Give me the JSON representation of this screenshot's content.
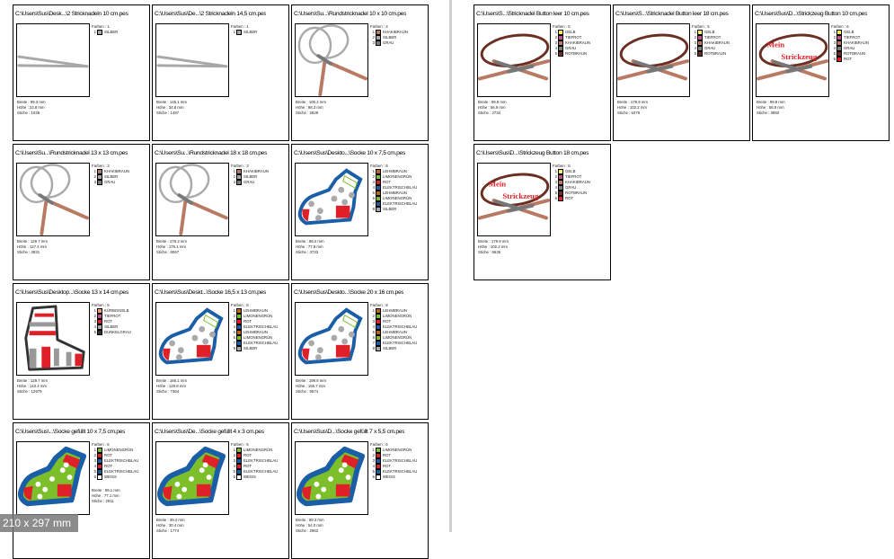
{
  "colors": {
    "SILBER": "#a8a8a8",
    "KHAKIBRAUN": "#b97a64",
    "GRAU": "#7d7d7d",
    "LEHMBRAUN": "#c0621a",
    "LIMONENGRÜN": "#7cbf2a",
    "ROT": "#e02028",
    "ELEKTRISCHBLAU": "#1a5ea8",
    "KÜRBISGELB": "#f0a070",
    "TIEFROT": "#c8508a",
    "DUNKELGRAU": "#333333",
    "WEISS": "#ffffff",
    "GELB": "#f4f060",
    "ROTBRAUN": "#6b2e22"
  },
  "labels": {
    "colors": "Farben",
    "width": "Breite",
    "height": "Höhe",
    "stitches": "Stiche"
  },
  "left_page": [
    {
      "title": "C:\\Users\\Sus\\Desk...\\2 Stricknadeln 10 cm.pes",
      "thumbnail": "needles",
      "threads": [
        "SILBER"
      ],
      "width": "99.3 mm",
      "height": "23.8 mm",
      "stitches": "1035"
    },
    {
      "title": "C:\\Users\\Sus\\De...\\2 Stricknadeln 14,5 cm.pes",
      "thumbnail": "needles",
      "threads": [
        "SILBER"
      ],
      "width": "145.1 mm",
      "height": "34.8 mm",
      "stitches": "1487"
    },
    {
      "title": "C:\\Users\\Su...\\Rundstricknadel 10 x 10 cm.pes",
      "thumbnail": "circular",
      "threads": [
        "KHAKIBRAUN",
        "SILBER",
        "GRAU"
      ],
      "width": "100.2 mm",
      "height": "98.3 mm",
      "stitches": "2829"
    },
    {
      "title": "C:\\Users\\Su...\\Rundstricknadel 13 x 13 cm.pes",
      "thumbnail": "circular",
      "threads": [
        "KHAKIBRAUN",
        "SILBER",
        "GRAU"
      ],
      "width": "129.7 mm",
      "height": "127.4 mm",
      "stitches": "3931"
    },
    {
      "title": "C:\\Users\\Su...\\Rundstricknadel 18 x 18 cm.pes",
      "thumbnail": "circular",
      "threads": [
        "KHAKIBRAUN",
        "SILBER",
        "GRAU"
      ],
      "width": "178.3 mm",
      "height": "176.1 mm",
      "stitches": "6067"
    },
    {
      "title": "C:\\Users\\Sus\\Deskto...\\Socke 10  x 7,5 cm.pes",
      "thumbnail": "sock",
      "threads": [
        "LEHMBRAUN",
        "LIMONENGRÜN",
        "ROT",
        "ELEKTRISCHBLAU",
        "LEHMBRAUN",
        "LIMONENGRÜN",
        "ELEKTRISCHBLAU",
        "SILBER"
      ],
      "width": "99.4 mm",
      "height": "77.8 mm",
      "stitches": "3733"
    },
    {
      "title": "C:\\Users\\Sus\\Desktop...\\Socke 13 x 14 cm.pes",
      "thumbnail": "sock-striped",
      "threads": [
        "KÜRBISGELB",
        "TIEFROT",
        "ROT",
        "SILBER",
        "DUNKELGRAU"
      ],
      "width": "129.7 mm",
      "height": "143.4 mm",
      "stitches": "12979"
    },
    {
      "title": "C:\\Users\\Sus\\Deskt...\\Socke 16,5  x 13 cm.pes",
      "thumbnail": "sock",
      "threads": [
        "LEHMBRAUN",
        "LIMONENGRÜN",
        "ROT",
        "ELEKTRISCHBLAU",
        "LEHMBRAUN",
        "LIMONENGRÜN",
        "ELEKTRISCHBLAU",
        "SILBER"
      ],
      "width": "166.1 mm",
      "height": "129.8 mm",
      "stitches": "7364"
    },
    {
      "title": "C:\\Users\\Sus\\Deskto...\\Socke 20  x 16 cm.pes",
      "thumbnail": "sock",
      "threads": [
        "LEHMBRAUN",
        "LIMONENGRÜN",
        "ROT",
        "ELEKTRISCHBLAU",
        "LEHMBRAUN",
        "LIMONENGRÜN",
        "ELEKTRISCHBLAU",
        "SILBER"
      ],
      "width": "199.8 mm",
      "height": "155.7 mm",
      "stitches": "9574"
    },
    {
      "title": "C:\\Users\\Sus\\...\\Socke gefüllt 10  x 7,5 cm.pes",
      "thumbnail": "sock-filled",
      "threads": [
        "LIMONENGRÜN",
        "ROT",
        "ELEKTRISCHBLAU",
        "ROT",
        "ELEKTRISCHBLAU",
        "WEISS"
      ],
      "width": "99.1 mm",
      "height": "77.1 mm",
      "stitches": "2911"
    },
    {
      "title": "C:\\Users\\Sus\\De...\\Socke gefüllt 4  x 3 cm.pes",
      "thumbnail": "sock-filled",
      "threads": [
        "LIMONENGRÜN",
        "ROT",
        "ELEKTRISCHBLAU",
        "ROT",
        "ELEKTRISCHBLAU",
        "WEISS"
      ],
      "width": "39.4 mm",
      "height": "30.4 mm",
      "stitches": "1774"
    },
    {
      "title": "C:\\Users\\Sus\\D...\\Socke gefüllt 7  x 5,5 cm.pes",
      "thumbnail": "sock-filled",
      "threads": [
        "LIMONENGRÜN",
        "ROT",
        "ELEKTRISCHBLAU",
        "ROT",
        "ELEKTRISCHBLAU",
        "WEISS"
      ],
      "width": "69.3 mm",
      "height": "54.0 mm",
      "stitches": "2962"
    }
  ],
  "right_page": [
    {
      "title": "C:\\Users\\S...\\Stricknadel Button leer 10 cm.pes",
      "thumbnail": "button",
      "threads": [
        "GELB",
        "TIEFROT",
        "KHAKIBRAUN",
        "GRAU",
        "ROTBRAUN"
      ],
      "width": "99.8 mm",
      "height": "56.9 mm",
      "stitches": "2734"
    },
    {
      "title": "C:\\Users\\S...\\Stricknadel Button leer 18 cm.pes",
      "thumbnail": "button",
      "threads": [
        "GELB",
        "TIEFROT",
        "KHAKIBRAUN",
        "GRAU",
        "ROTBRAUN"
      ],
      "width": "179.9 mm",
      "height": "102.2 mm",
      "stitches": "6379"
    },
    {
      "title": "C:\\Users\\Sus\\D...\\Strickzeug Button 10 cm.pes",
      "thumbnail": "button-text",
      "threads": [
        "GELB",
        "TIEFROT",
        "KHAKIBRAUN",
        "GRAU",
        "ROTBRAUN",
        "ROT"
      ],
      "width": "99.8 mm",
      "height": "56.9 mm",
      "stitches": "3950"
    },
    {
      "title": "C:\\Users\\Sus\\D...\\Strickzeug Button 18 cm.pes",
      "thumbnail": "button-text",
      "threads": [
        "GELB",
        "TIEFROT",
        "KHAKIBRAUN",
        "GRAU",
        "ROTBRAUN",
        "ROT"
      ],
      "width": "179.9 mm",
      "height": "102.2 mm",
      "stitches": "6636"
    }
  ],
  "button_text": {
    "line1": "Mein",
    "line2": "Strickzeug"
  },
  "paper_size": "210 x 297 mm"
}
